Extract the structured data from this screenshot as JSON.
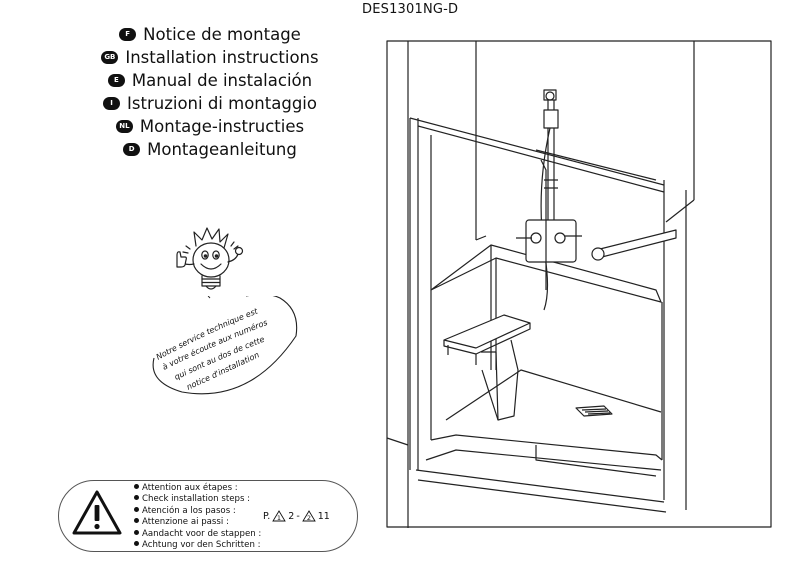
{
  "document": {
    "code": "DES1301NG-D"
  },
  "languages": [
    {
      "badge": "F",
      "title": "Notice de montage"
    },
    {
      "badge": "GB",
      "title": "Installation instructions"
    },
    {
      "badge": "E",
      "title": "Manual de instalación"
    },
    {
      "badge": "I",
      "title": "Istruzioni di montaggio"
    },
    {
      "badge": "NL",
      "title": "Montage-instructies"
    },
    {
      "badge": "D",
      "title": "Montageanleitung"
    }
  ],
  "service_note": {
    "lines": [
      "Notre service technique est",
      "à votre écoute aux numéros",
      "qui sont au dos de cette",
      "notice d'installation"
    ]
  },
  "steps": {
    "items": [
      "Attention aux étapes :",
      "Check installation steps :",
      "Atención a los pasos :",
      "Attenzione ai passi :",
      "Aandacht voor de stappen :",
      "Achtung vor den Schritten :"
    ],
    "pages_prefix": "P.",
    "start_step": "1",
    "start_page": "2",
    "separator": "-",
    "end_step": "2",
    "end_page": "11"
  }
}
